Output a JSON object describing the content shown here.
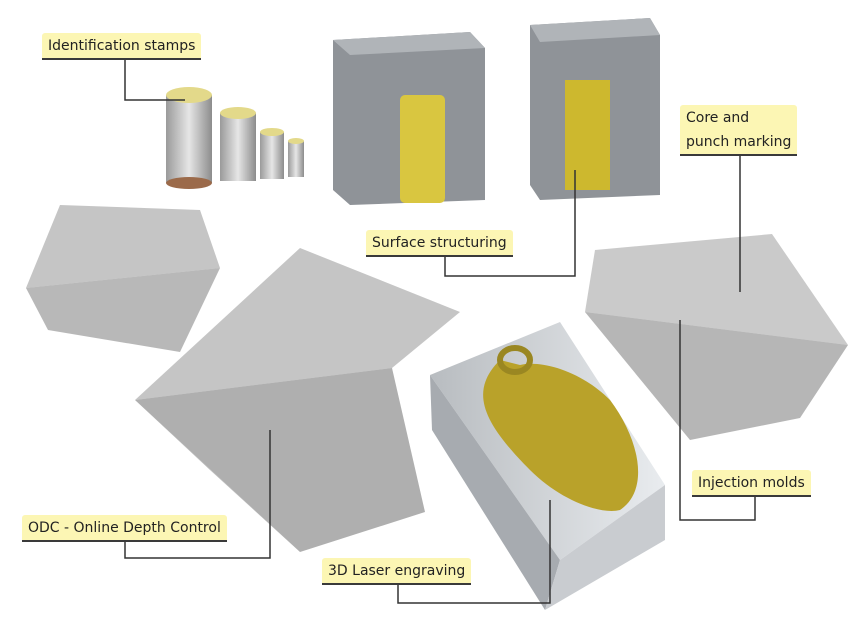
{
  "labels": {
    "identification_stamps": "Identification stamps",
    "core_punch_line1": "Core and",
    "core_punch_line2": "punch marking",
    "surface_structuring": "Surface structuring",
    "injection_molds": "Injection molds",
    "odc": "ODC - Online Depth Control",
    "laser_engraving": "3D Laser engraving"
  },
  "colors": {
    "label_bg": "#fcf6b4",
    "gold": "#d9c640",
    "box_gray": "#8a8a8a"
  }
}
